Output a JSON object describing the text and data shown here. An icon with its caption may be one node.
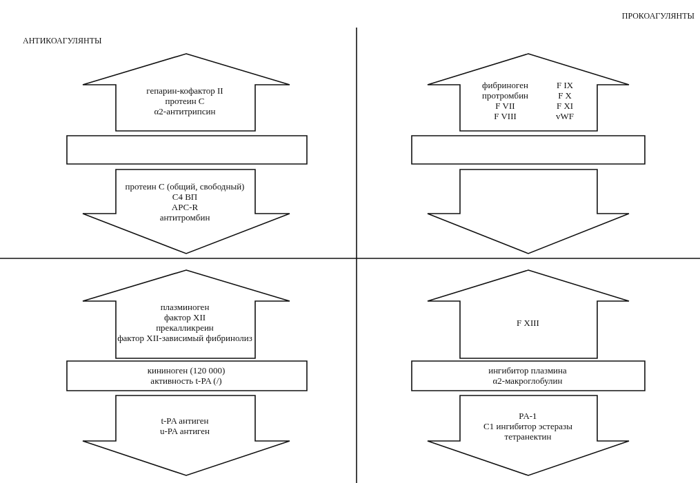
{
  "diagram": {
    "nodes": [
      {
        "text": [
          "гепарин-кофактор II",
          "протеин С",
          "α2-антитрипсин"
        ]
      },
      {
        "text": [],
        "shape": "bar"
      },
      {
        "text": [
          "протеин С (общий, свободный)",
          "С4 ВП",
          "APC-R",
          "антитромбин"
        ]
      },
      {
        "text": [
          "фибриноген",
          "F IX",
          "протромбин",
          "F X",
          "F VII",
          "F XI",
          "F VIII",
          "vWF"
        ]
      },
      {
        "text": [],
        "shape": "bar"
      },
      {
        "text": [],
        "shape": "arrow"
      },
      {
        "text": [
          "плазминоген",
          "фактор XII",
          "прекалликреин",
          "фактор XII-зависимый фибринолиз"
        ]
      },
      {
        "text": [
          "кининоген (120 000)",
          "активность t-PA (/)"
        ]
      },
      {
        "text": [
          "t-PA антиген",
          "u-PA антиген"
        ]
      },
      {
        "text": [
          "F XIII"
        ]
      },
      {
        "text": [
          "ингибитор плазмина",
          "α2-макроглобулин"
        ]
      },
      {
        "text": [
          "PA-1",
          "C1 ингибитор эстеразы",
          "тетранектин"
        ]
      }
    ],
    "labels": [
      "ПРОКОАГУЛЯНТЫ",
      "АНТИКОАГУЛЯНТЫ"
    ]
  }
}
